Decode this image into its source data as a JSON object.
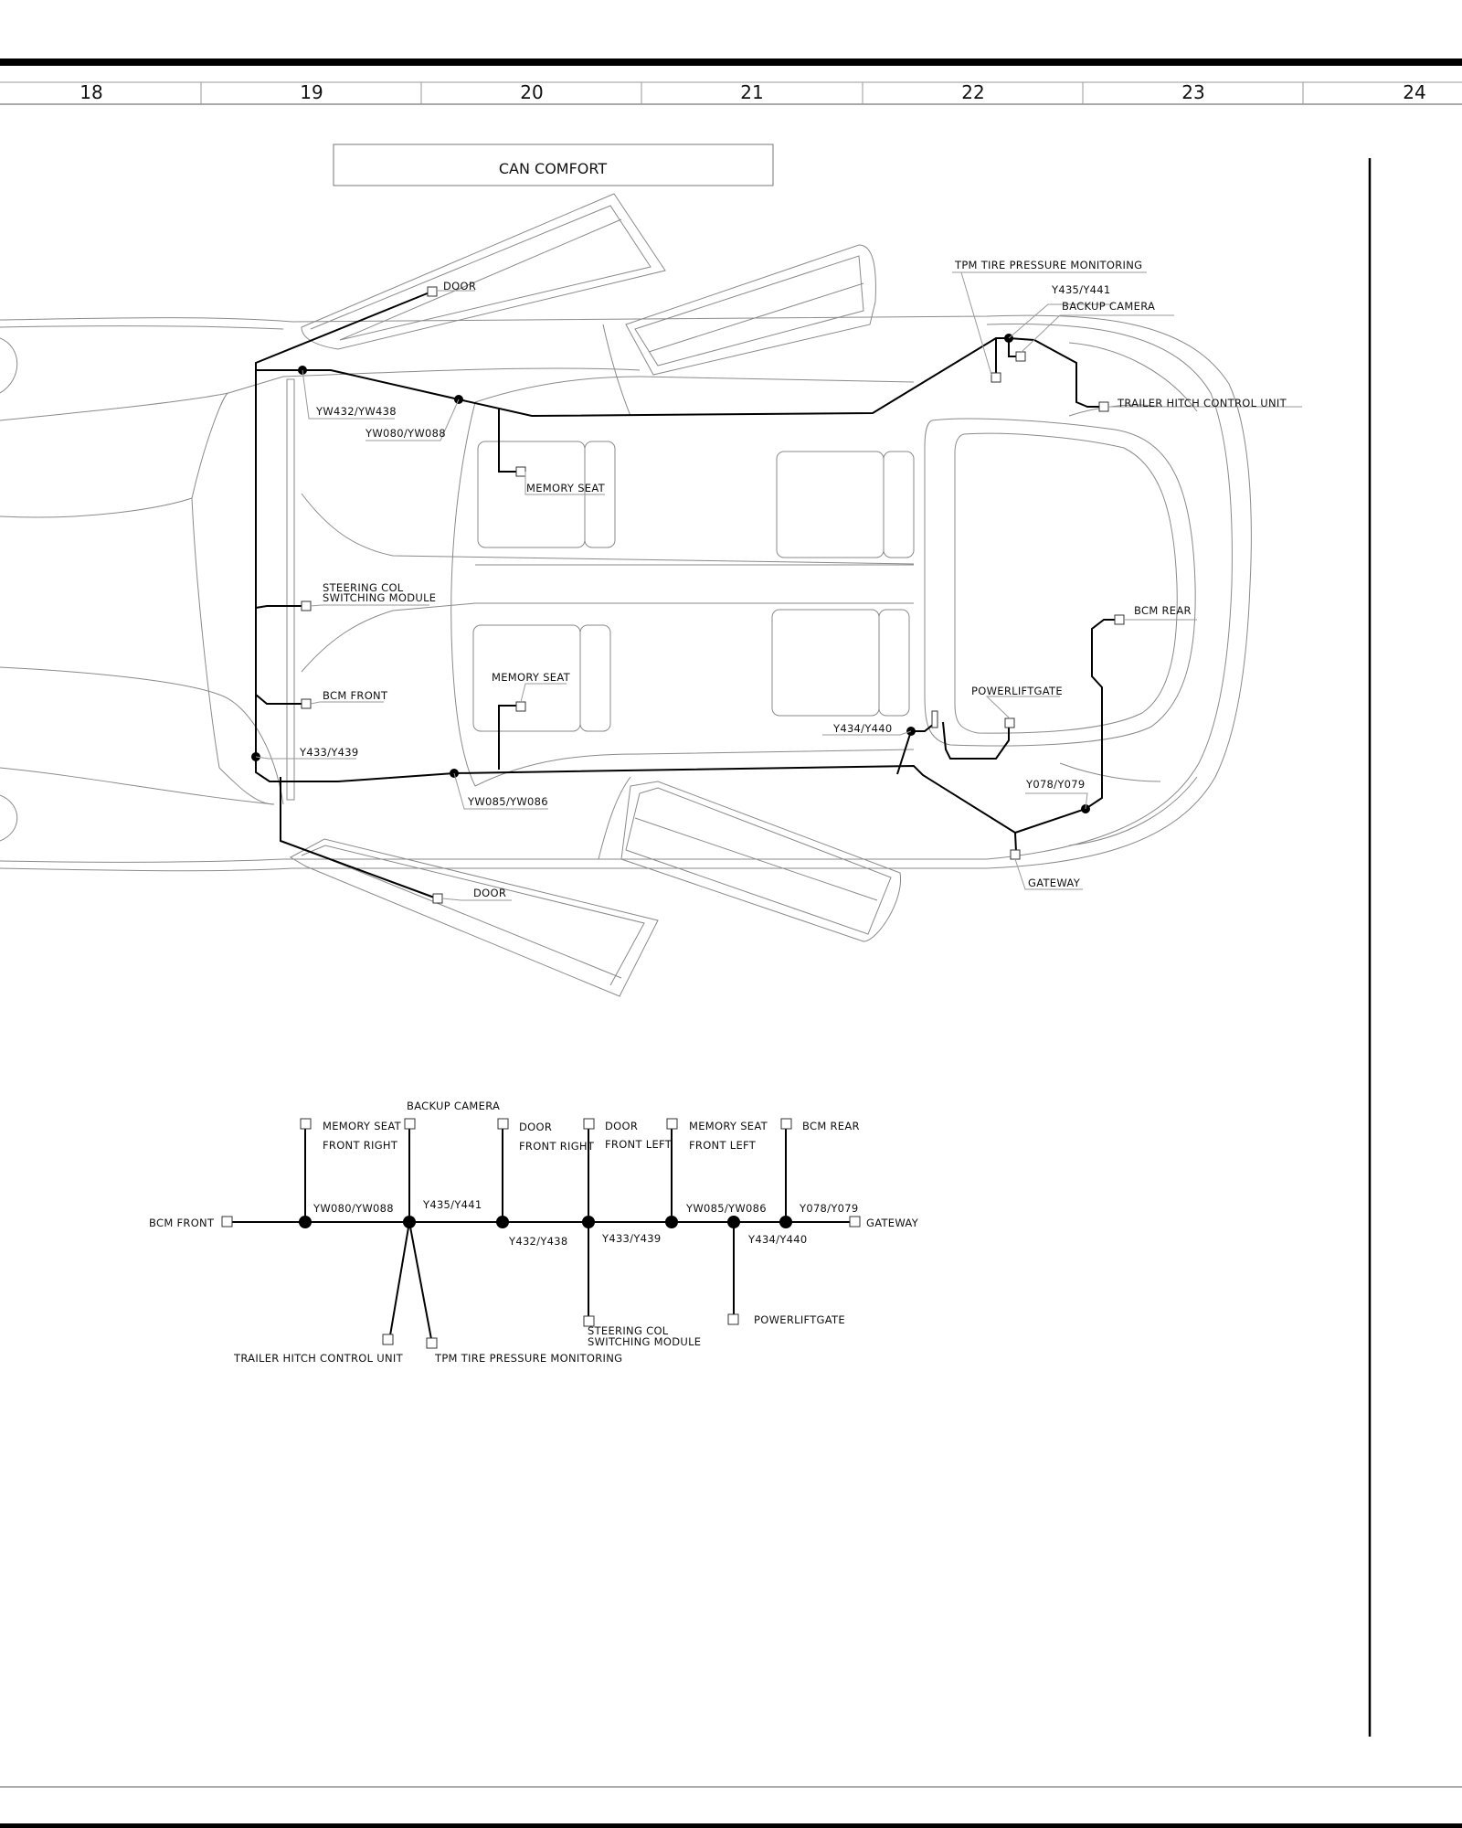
{
  "ruler": {
    "columns": [
      "18",
      "19",
      "20",
      "21",
      "22",
      "23",
      "24"
    ]
  },
  "title": "CAN COMFORT",
  "vehicle_labels": {
    "door_front": "DOOR",
    "door_rear": "DOOR",
    "tpm": "TPM TIRE PRESSURE MONITORING",
    "y435_y441": "Y435/Y441",
    "backup_camera": "BACKUP CAMERA",
    "trailer_hitch": "TRAILER HITCH CONTROL UNIT",
    "yw432_yw438": "YW432/YW438",
    "yw080_yw088": "YW080/YW088",
    "memory_seat_upper": "MEMORY SEAT",
    "steering_col_1": "STEERING COL",
    "steering_col_2": "SWITCHING MODULE",
    "bcm_rear": "BCM REAR",
    "bcm_front": "BCM FRONT",
    "memory_seat_lower": "MEMORY SEAT",
    "powerliftgate": "POWERLIFTGATE",
    "y434_y440": "Y434/Y440",
    "y433_y439": "Y433/Y439",
    "y078_y079": "Y078/Y079",
    "yw085_yw086": "YW085/YW086",
    "gateway": "GATEWAY"
  },
  "schematic": {
    "bcm_front": "BCM FRONT",
    "gateway": "GATEWAY",
    "memory_seat_fr_1": "MEMORY SEAT",
    "memory_seat_fr_2": "FRONT RIGHT",
    "backup_camera": "BACKUP CAMERA",
    "door_fr_1": "DOOR",
    "door_fr_2": "FRONT RIGHT",
    "door_fl_1": "DOOR",
    "door_fl_2": "FRONT LEFT",
    "memory_seat_fl_1": "MEMORY SEAT",
    "memory_seat_fl_2": "FRONT LEFT",
    "bcm_rear": "BCM REAR",
    "splice_yw080": "YW080/YW088",
    "splice_y435": "Y435/Y441",
    "splice_y432": "Y432/Y438",
    "splice_y433": "Y433/Y439",
    "splice_yw085": "YW085/YW086",
    "splice_y078": "Y078/Y079",
    "splice_y434": "Y434/Y440",
    "trailer_hitch": "TRAILER HITCH CONTROL UNIT",
    "tpm": "TPM TIRE PRESSURE MONITORING",
    "steering_col_1": "STEERING COL",
    "steering_col_2": "SWITCHING MODULE",
    "powerliftgate": "POWERLIFTGATE"
  }
}
